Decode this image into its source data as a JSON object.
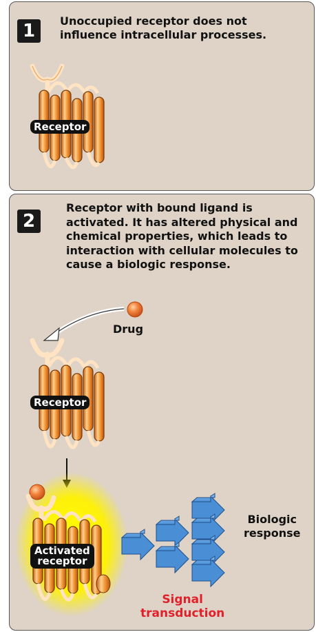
{
  "step1": {
    "number": "1",
    "caption": "Unoccupied receptor does not influence intracellular processes.",
    "receptor_label": "Receptor"
  },
  "step2": {
    "number": "2",
    "caption": "Receptor with bound ligand is activated. It has altered physical and chemical properties, which leads to interaction with cellular molecules to cause a biologic response.",
    "drug_label": "Drug",
    "receptor_label": "Receptor",
    "activated_label_line1": "Activated",
    "activated_label_line2": "receptor",
    "biologic_line1": "Biologic",
    "biologic_line2": "response",
    "signal_line1": "Signal",
    "signal_line2": "transduction"
  },
  "colors": {
    "panel_bg": "#ded3c6",
    "receptor_orange": "#f49a3c",
    "drug_orange": "#f07a3a",
    "arrow_blue": "#4a8fd6",
    "glow_yellow": "#ffee00",
    "signal_red": "#e0202a"
  }
}
